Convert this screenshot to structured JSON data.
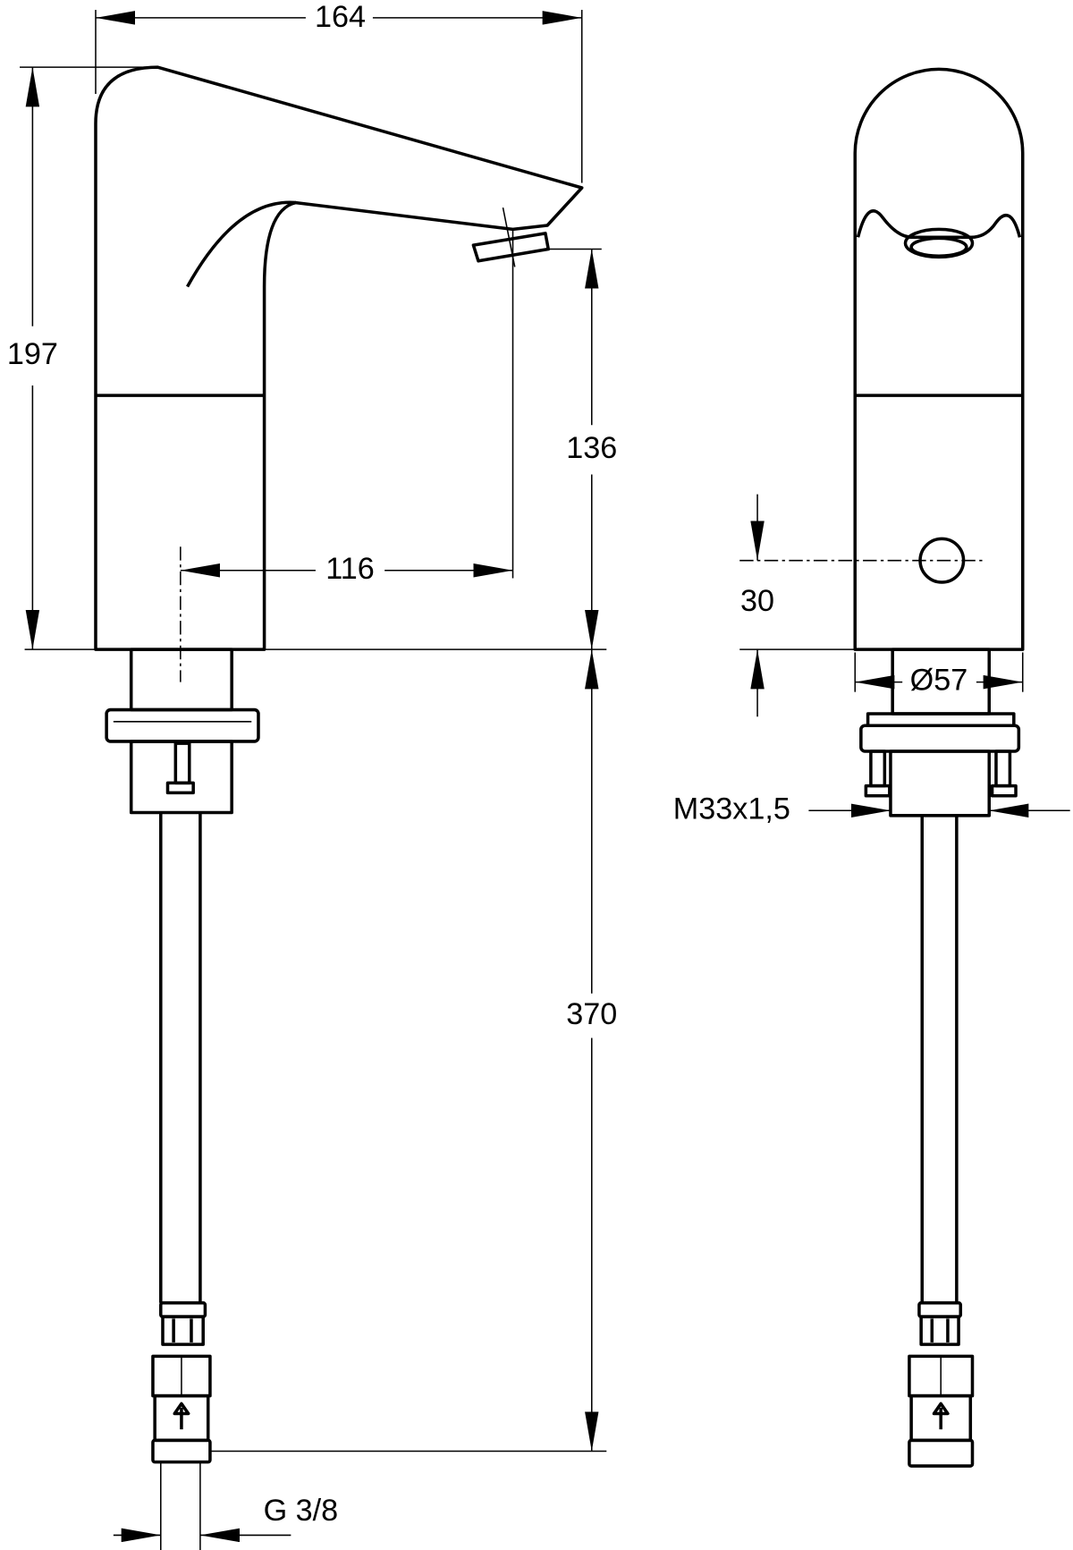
{
  "drawing": {
    "side_view": {
      "dimensions": {
        "overall_length": "164",
        "overall_height": "197",
        "spout_height": "136",
        "spout_reach": "116",
        "hose_length": "370",
        "connection_thread": "G 3/8"
      }
    },
    "front_view": {
      "dimensions": {
        "sensor_height": "30",
        "base_diameter": "Ø57",
        "mounting_thread": "M33x1,5"
      }
    },
    "colors": {
      "line": "#000000",
      "background": "#ffffff"
    }
  }
}
